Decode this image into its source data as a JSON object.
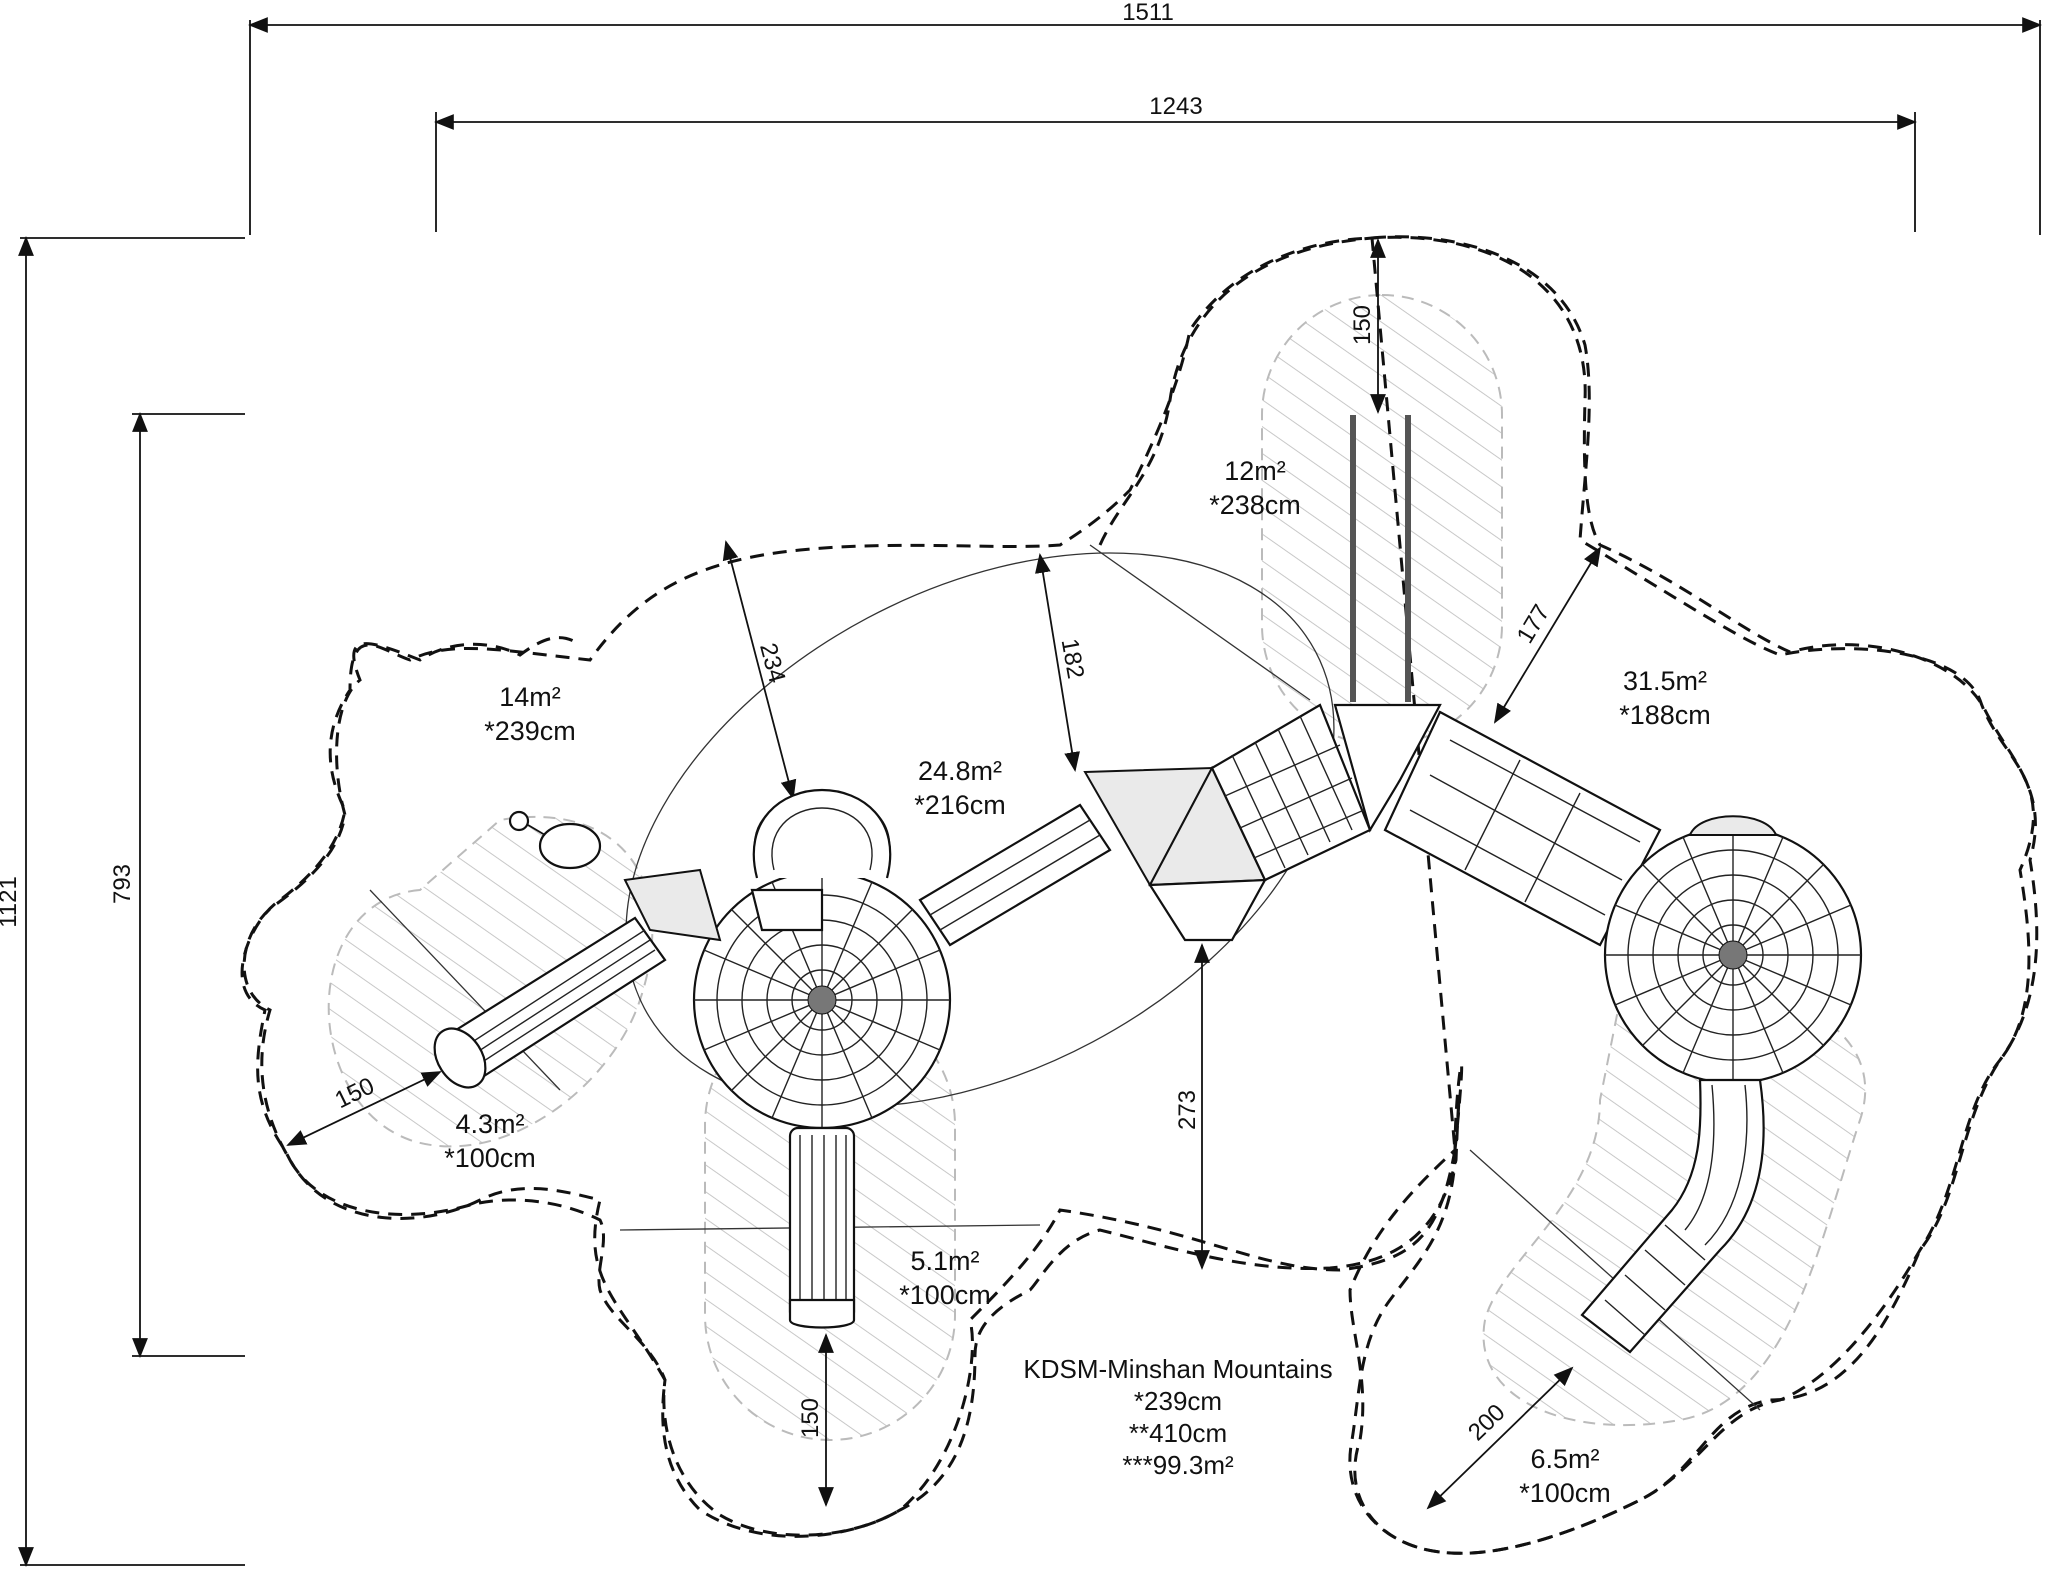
{
  "overall_dimensions": {
    "width_total": "1511",
    "width_inner": "1243",
    "height_total": "1121",
    "height_inner": "793"
  },
  "zone_dimensions": {
    "top_vertical": "150",
    "upper_left_diagonal": "234",
    "mid_diagonal": "182",
    "right_diagonal": "177",
    "center_vertical": "273",
    "left_slide": "150",
    "bottom_slide": "150",
    "right_slide": "200"
  },
  "areas": [
    {
      "area": "12m²",
      "height": "*238cm"
    },
    {
      "area": "14m²",
      "height": "*239cm"
    },
    {
      "area": "24.8m²",
      "height": "*216cm"
    },
    {
      "area": "31.5m²",
      "height": "*188cm"
    },
    {
      "area": "4.3m²",
      "height": "*100cm"
    },
    {
      "area": "5.1m²",
      "height": "*100cm"
    },
    {
      "area": "6.5m²",
      "height": "*100cm"
    }
  ],
  "product": {
    "name": "KDSM-Minshan Mountains",
    "free_height": "*239cm",
    "max_height": "**410cm",
    "safety_area": "***99.3m²"
  }
}
